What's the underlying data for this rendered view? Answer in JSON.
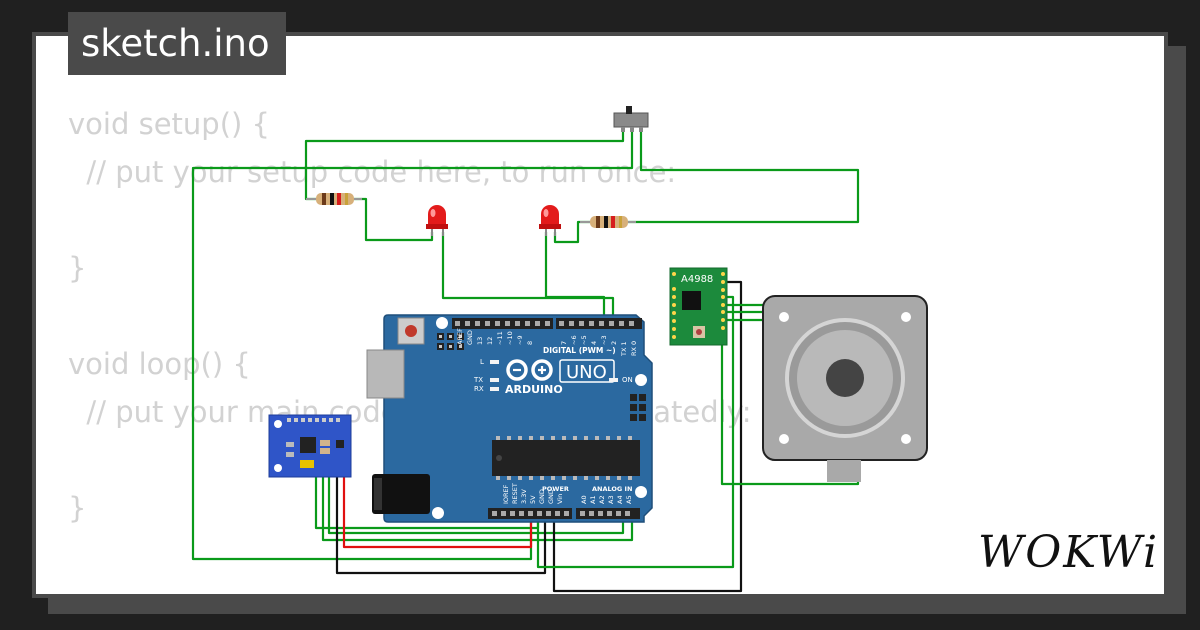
{
  "file_tab": {
    "label": "sketch.ino"
  },
  "code_lines": [
    "void setup() {",
    "  // put your setup code here, to run once:",
    "",
    "}",
    "",
    "void loop() {",
    "  // put your main code here, to run repeatedly:",
    "",
    "}"
  ],
  "arduino": {
    "brand": "ARDUINO",
    "model": "UNO",
    "aref": "AREF",
    "gnd": "GND",
    "digital_label": "DIGITAL (PWM ~)",
    "digital_pins": [
      "13",
      "12",
      "~11",
      "~10",
      "~9",
      "8",
      "7",
      "~6",
      "~5",
      "4",
      "~3",
      "2",
      "TX 1",
      "RX 0"
    ],
    "led_l": "L",
    "led_tx": "TX",
    "led_rx": "RX",
    "led_on": "ON",
    "power_label": "POWER",
    "power_pins": [
      "IOREF",
      "RESET",
      "3.3V",
      "5V",
      "GND",
      "GND",
      "Vin"
    ],
    "analog_label": "ANALOG IN",
    "analog_pins": [
      "A0",
      "A1",
      "A2",
      "A3",
      "A4",
      "A5"
    ]
  },
  "driver": {
    "label": "A4988"
  },
  "logo": {
    "text": "WOKWi"
  },
  "colors": {
    "board_blue": "#2b69a0",
    "wire_green": "#0a9a1a",
    "wire_red": "#e01010",
    "wire_black": "#111111",
    "driver_green": "#1c8a3c",
    "sensor_blue": "#2f55c8",
    "led_red": "#e31b1b"
  }
}
